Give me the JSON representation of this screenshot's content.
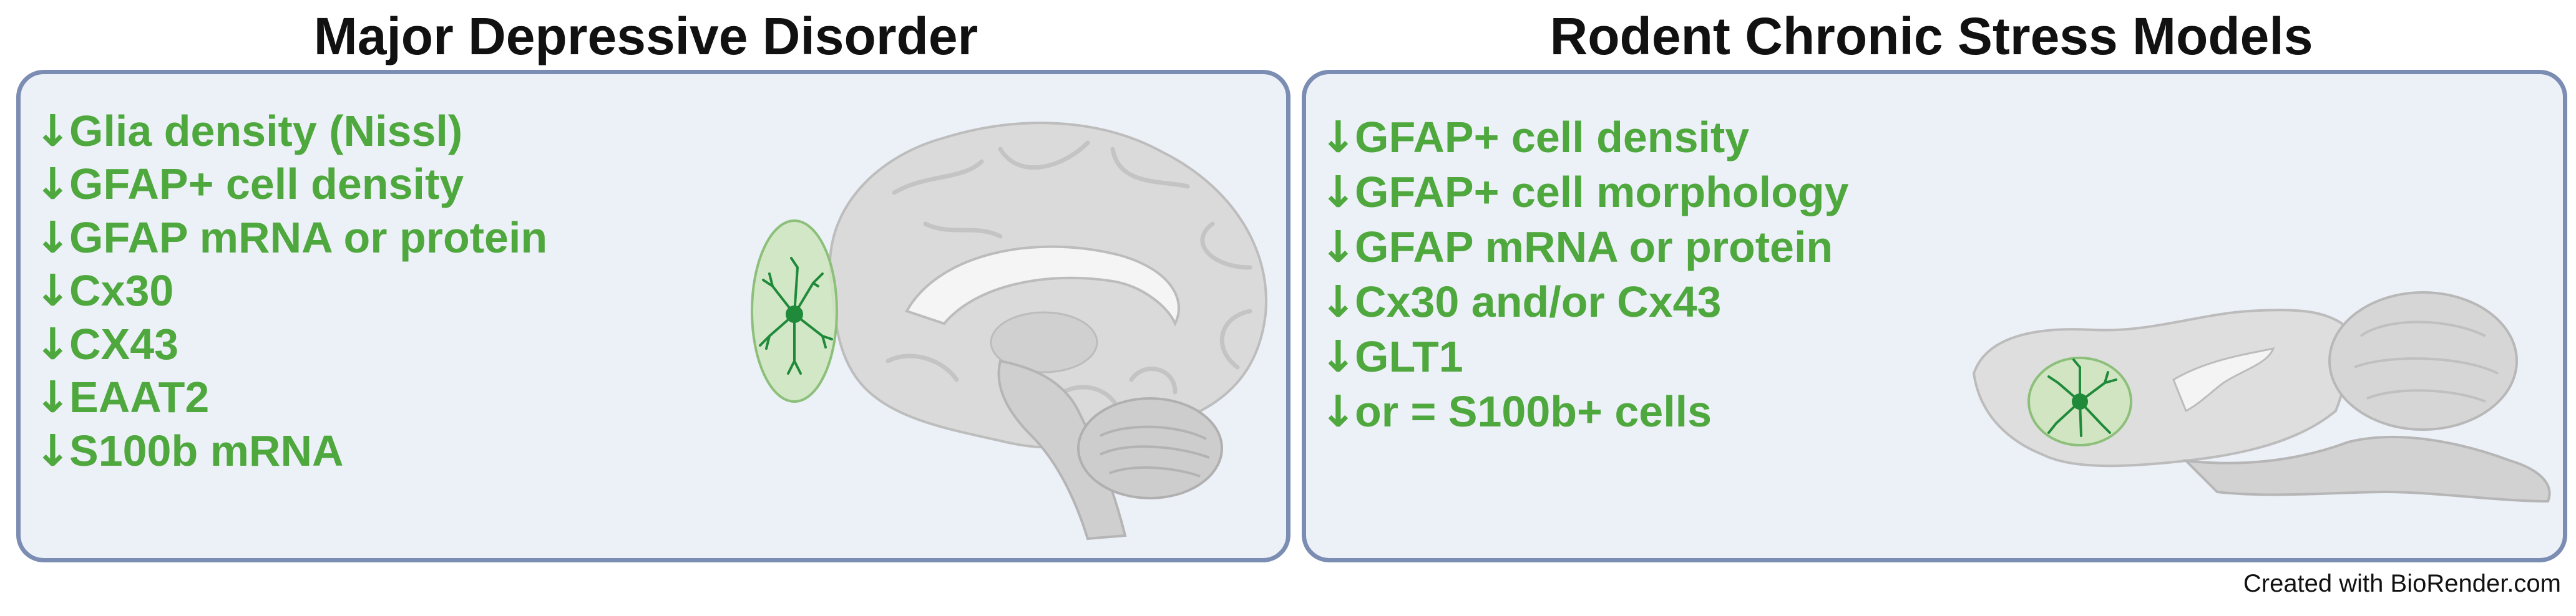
{
  "titles": {
    "left": "Major Depressive Disorder",
    "right": "Rodent Chronic Stress Models"
  },
  "arrow_glyph": "↓",
  "left_panel": {
    "items": [
      {
        "text": "Glia density (Nissl)"
      },
      {
        "text": "GFAP+ cell density"
      },
      {
        "text": "GFAP mRNA or protein"
      },
      {
        "text": "Cx30"
      },
      {
        "text": "CX43"
      },
      {
        "text": "EAAT2"
      },
      {
        "text": "S100b mRNA"
      }
    ],
    "illustration": "human-brain-sagittal-with-astrocyte"
  },
  "right_panel": {
    "items": [
      {
        "text": "GFAP+ cell density"
      },
      {
        "text": "GFAP+ cell morphology"
      },
      {
        "text": "GFAP mRNA or protein"
      },
      {
        "text": "Cx30 and/or Cx43"
      },
      {
        "text": "GLT1"
      },
      {
        "text": "or = S100b+ cells"
      }
    ],
    "illustration": "rodent-brain-sagittal-with-astrocyte"
  },
  "credit": "Created with BioRender.com",
  "colors": {
    "text_green": "#4ea83d",
    "panel_fill": "#ecf0f7",
    "panel_border": "#7b8db2",
    "astrocyte_green": "#1f8a3a",
    "region_highlight": "#cfe6c0",
    "brain_gray": "#d9d9d9"
  }
}
